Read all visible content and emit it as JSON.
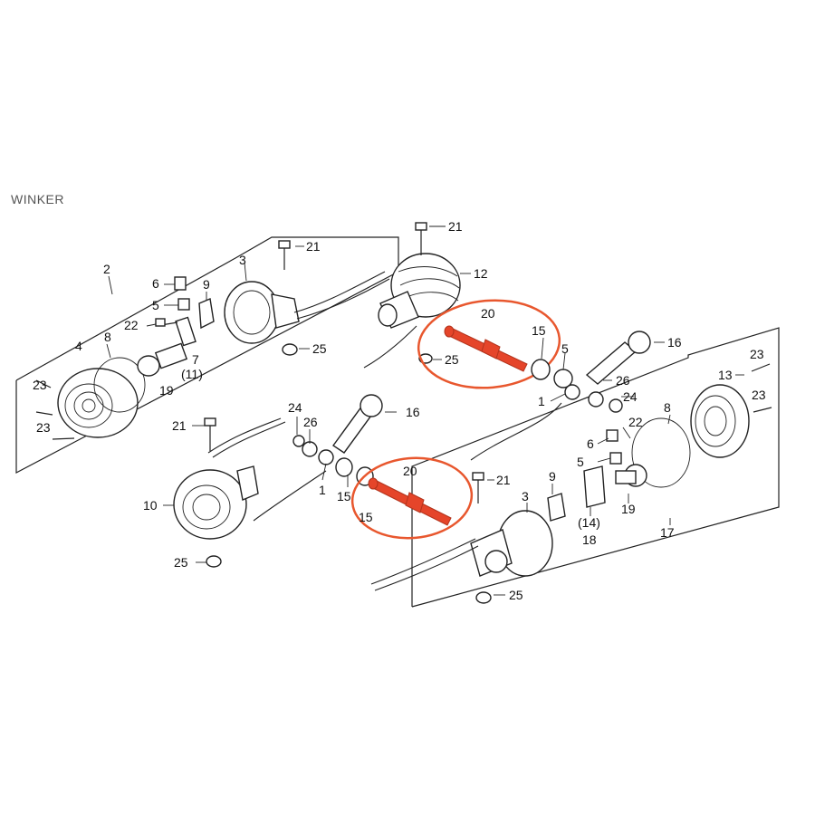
{
  "page": {
    "title": "WINKER"
  },
  "accent_color": "#E8572E",
  "highlight_color": "#E5452A",
  "callouts": [
    {
      "id": "c2",
      "text": "2"
    },
    {
      "id": "c3a",
      "text": "3"
    },
    {
      "id": "c21a",
      "text": "21"
    },
    {
      "id": "c21b",
      "text": "21"
    },
    {
      "id": "c12",
      "text": "12"
    },
    {
      "id": "c6a",
      "text": "6"
    },
    {
      "id": "c9a",
      "text": "9"
    },
    {
      "id": "c5a",
      "text": "5"
    },
    {
      "id": "c22a",
      "text": "22"
    },
    {
      "id": "c4",
      "text": "4"
    },
    {
      "id": "c8a",
      "text": "8"
    },
    {
      "id": "c7",
      "text": "7"
    },
    {
      "id": "c11",
      "text": "(11)"
    },
    {
      "id": "c19a",
      "text": "19"
    },
    {
      "id": "c23a",
      "text": "23"
    },
    {
      "id": "c23b",
      "text": "23"
    },
    {
      "id": "c25a",
      "text": "25"
    },
    {
      "id": "c25b",
      "text": "25"
    },
    {
      "id": "c20a",
      "text": "20"
    },
    {
      "id": "c15a",
      "text": "15"
    },
    {
      "id": "c5b",
      "text": "5"
    },
    {
      "id": "c16a",
      "text": "16"
    },
    {
      "id": "c26a",
      "text": "26"
    },
    {
      "id": "c1a",
      "text": "1"
    },
    {
      "id": "c24a",
      "text": "24"
    },
    {
      "id": "c23c",
      "text": "23"
    },
    {
      "id": "c13",
      "text": "13"
    },
    {
      "id": "c23d",
      "text": "23"
    },
    {
      "id": "c8b",
      "text": "8"
    },
    {
      "id": "c24b",
      "text": "24"
    },
    {
      "id": "c26b",
      "text": "26"
    },
    {
      "id": "c16b",
      "text": "16"
    },
    {
      "id": "c21c",
      "text": "21"
    },
    {
      "id": "c10",
      "text": "10"
    },
    {
      "id": "c1b",
      "text": "1"
    },
    {
      "id": "c15b",
      "text": "15"
    },
    {
      "id": "c15c",
      "text": "15"
    },
    {
      "id": "c20b",
      "text": "20"
    },
    {
      "id": "c21d",
      "text": "21"
    },
    {
      "id": "c9b",
      "text": "9"
    },
    {
      "id": "c22b",
      "text": "22"
    },
    {
      "id": "c6b",
      "text": "6"
    },
    {
      "id": "c5c",
      "text": "5"
    },
    {
      "id": "c3b",
      "text": "3"
    },
    {
      "id": "c14",
      "text": "(14)"
    },
    {
      "id": "c18",
      "text": "18"
    },
    {
      "id": "c19b",
      "text": "19"
    },
    {
      "id": "c17",
      "text": "17"
    },
    {
      "id": "c25c",
      "text": "25"
    },
    {
      "id": "c25d",
      "text": "25"
    }
  ]
}
